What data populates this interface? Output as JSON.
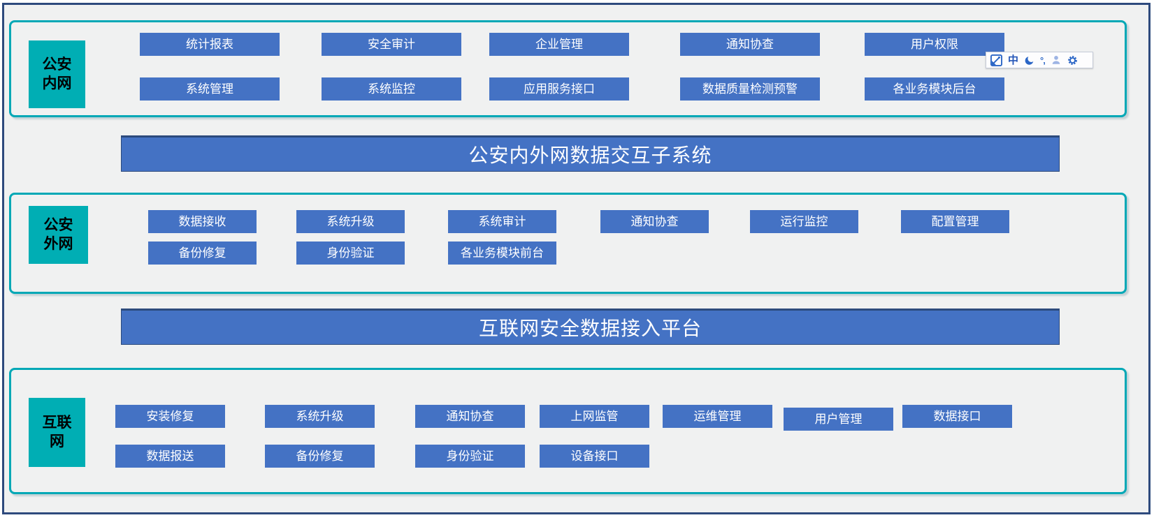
{
  "colors": {
    "module_blue": "#4472c4",
    "teal_fill": "#00aeb4",
    "teal_border": "#00a8b6",
    "frame_border": "#2e4a7d",
    "banner_border": "#2c4a7c",
    "background_gray": "#f0f1f1",
    "button_text": "#ffffff",
    "label_text": "#000000",
    "ime_icon_blue": "#2b66c6"
  },
  "sections": [
    {
      "name": "police-intranet",
      "label": "公安\n内网",
      "rows": [
        [
          "统计报表",
          "安全审计",
          "企业管理",
          "通知协查",
          "用户权限"
        ],
        [
          "系统管理",
          "系统监控",
          "应用服务接口",
          "数据质量检测预警",
          "各业务模块后台"
        ]
      ]
    },
    {
      "name": "police-extranet",
      "label": "公安\n外网",
      "rows": [
        [
          "数据接收",
          "系统升级",
          "系统审计",
          "通知协查",
          "运行监控",
          "配置管理"
        ],
        [
          "备份修复",
          "身份验证",
          "各业务模块前台"
        ]
      ]
    },
    {
      "name": "internet",
      "label": "互联\n网",
      "rows": [
        [
          "安装修复",
          "系统升级",
          "通知协查",
          "上网监管",
          "运维管理",
          "用户管理",
          "数据接口"
        ],
        [
          "数据报送",
          "备份修复",
          "身份验证",
          "设备接口"
        ]
      ]
    }
  ],
  "banners": [
    {
      "label": "公安内外网数据交互子系统"
    },
    {
      "label": "互联网安全数据接入平台"
    }
  ],
  "ime_toolbar": {
    "language_mode": "中",
    "punctuation": "°,",
    "icons": [
      "ime-logo-icon",
      "chinese-mode-icon",
      "full-half-width-moon-icon",
      "punctuation-icon",
      "user-icon",
      "settings-gear-icon"
    ]
  }
}
